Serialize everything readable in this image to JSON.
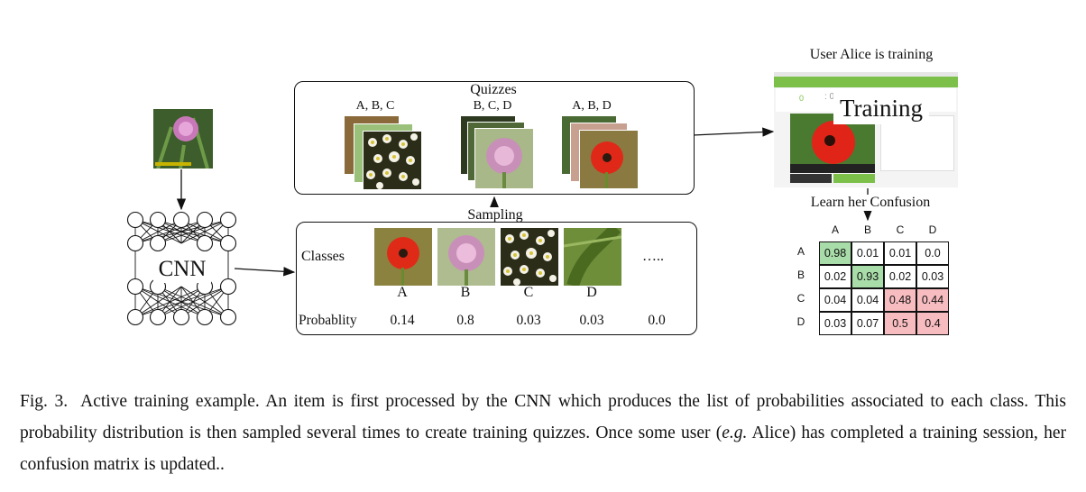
{
  "cnn": {
    "label": "CNN"
  },
  "quizzes": {
    "title": "Quizzes",
    "groups": [
      {
        "label": "A, B, C"
      },
      {
        "label": "B, C, D"
      },
      {
        "label": "A, B, D"
      }
    ]
  },
  "sampling": {
    "label": "Sampling"
  },
  "classes": {
    "row_label": "Classes",
    "items": [
      {
        "name": "A",
        "prob": "0.14"
      },
      {
        "name": "B",
        "prob": "0.8"
      },
      {
        "name": "C",
        "prob": "0.03"
      },
      {
        "name": "D",
        "prob": "0.03"
      }
    ],
    "ellipsis": "…..",
    "ellipsis_prob": "0.0",
    "prob_label": "Probablity"
  },
  "training": {
    "title": "User Alice is training",
    "overlay": "Training",
    "confusion_label": "Learn her Confusion"
  },
  "confusion_matrix": {
    "cols": [
      "A",
      "B",
      "C",
      "D"
    ],
    "rows": [
      {
        "label": "A",
        "values": [
          "0.98",
          "0.01",
          "0.01",
          "0.0"
        ]
      },
      {
        "label": "B",
        "values": [
          "0.02",
          "0.93",
          "0.02",
          "0.03"
        ]
      },
      {
        "label": "C",
        "values": [
          "0.04",
          "0.04",
          "0.48",
          "0.44"
        ]
      },
      {
        "label": "D",
        "values": [
          "0.03",
          "0.07",
          "0.5",
          "0.4"
        ]
      }
    ],
    "colors": {
      "green": "#a8dca8",
      "red": "#f7bcc0"
    }
  },
  "caption": {
    "fig": "Fig. 3.",
    "text_before": "Active training example. An item is first processed by the CNN which produces the list of probabilities associated to each class. This probability distribution is then sampled several times to create training quizzes. Once some user (",
    "eg": "e.g.",
    "text_after": " Alice) has completed a training session, her confusion matrix is updated.."
  }
}
